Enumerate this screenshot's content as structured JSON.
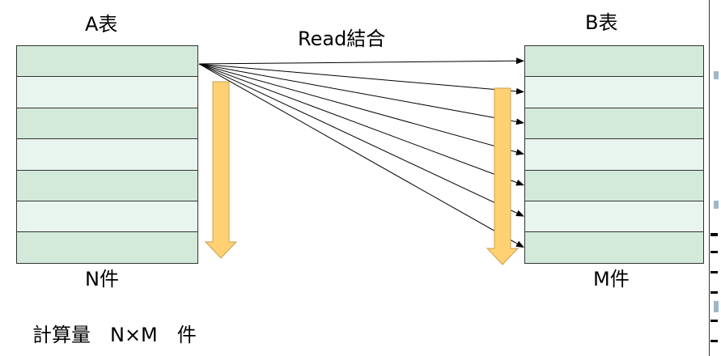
{
  "labels": {
    "a_table": "A表",
    "b_table": "B表",
    "read_join": "Read結合",
    "n_count": "N件",
    "m_count": "M件",
    "computation": "計算量　N×M　件"
  },
  "table_a": {
    "row_count": 7,
    "row_colors": [
      "#d3eadb",
      "#e8f5ee",
      "#d3eadb",
      "#e8f5ee",
      "#d3eadb",
      "#e8f5ee",
      "#d3eadb"
    ]
  },
  "table_b": {
    "row_count": 7,
    "row_colors": [
      "#d3eadb",
      "#e8f5ee",
      "#d3eadb",
      "#e8f5ee",
      "#d3eadb",
      "#e8f5ee",
      "#d3eadb"
    ]
  },
  "join_arrows": {
    "count": 7,
    "color": "#000000"
  },
  "scan_arrows": {
    "fill_color": "#ffd173",
    "stroke_color": "#c8a050"
  }
}
